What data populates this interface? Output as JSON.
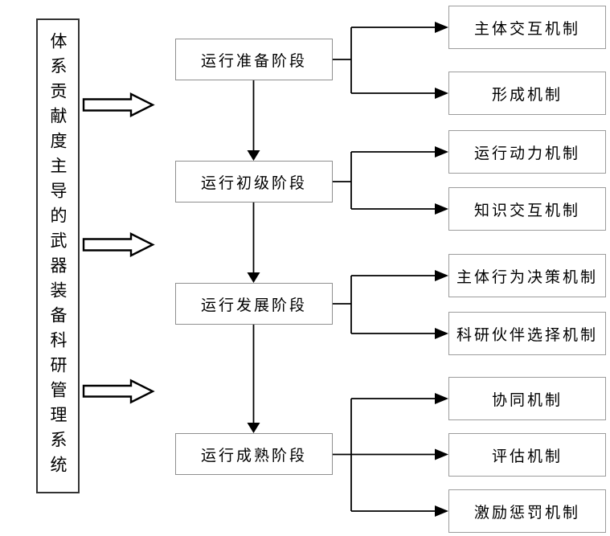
{
  "diagram": {
    "title_box": {
      "label": "体系贡献度主导的武器装备科研管理系统"
    },
    "stages": [
      {
        "label": "运行准备阶段",
        "mechanisms": [
          "主体交互机制",
          "形成机制"
        ]
      },
      {
        "label": "运行初级阶段",
        "mechanisms": [
          "运行动力机制",
          "知识交互机制"
        ]
      },
      {
        "label": "运行发展阶段",
        "mechanisms": [
          "主体行为决策机制",
          "科研伙伴选择机制"
        ]
      },
      {
        "label": "运行成熟阶段",
        "mechanisms": [
          "协同机制",
          "评估机制",
          "激励惩罚机制"
        ]
      }
    ],
    "colors": {
      "background": "#ffffff",
      "line": "#000000",
      "stage_box_border": "#8f8f8f",
      "mechanism_box_border": "#9c9c9c",
      "title_box_border": "#333333",
      "text": "#000000"
    }
  }
}
